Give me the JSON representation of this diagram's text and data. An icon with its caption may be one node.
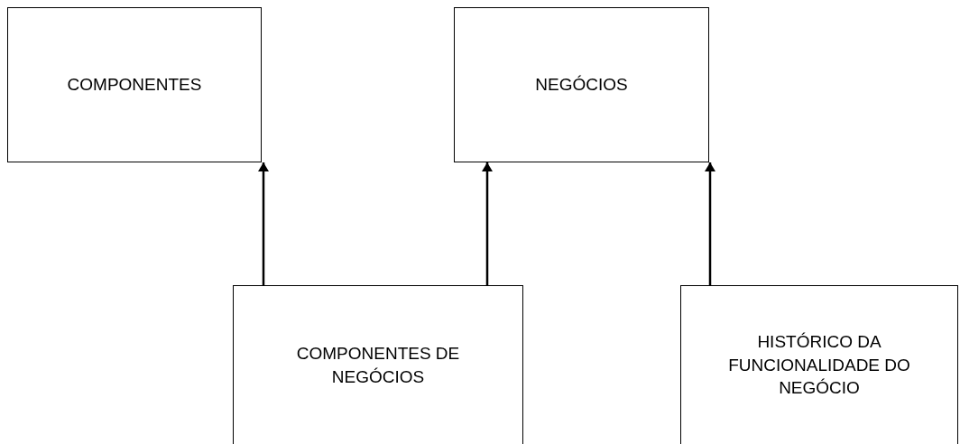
{
  "diagram": {
    "nodes": [
      {
        "text": [
          "COMPONENTES"
        ]
      },
      {
        "text": [
          "NEGÓCIOS"
        ]
      },
      {
        "text": [
          "COMPONENTES DE NEGÓCIOS"
        ]
      },
      {
        "text": [
          "HISTÓRICO DA FUNCIONALIDADE DO NEGÓCIO"
        ]
      }
    ],
    "edges": [
      {
        "from": 2,
        "to": 0,
        "arrow": "to"
      },
      {
        "from": 2,
        "to": 1,
        "arrow": "to"
      },
      {
        "from": 3,
        "to": 1,
        "arrow": "to"
      }
    ]
  }
}
